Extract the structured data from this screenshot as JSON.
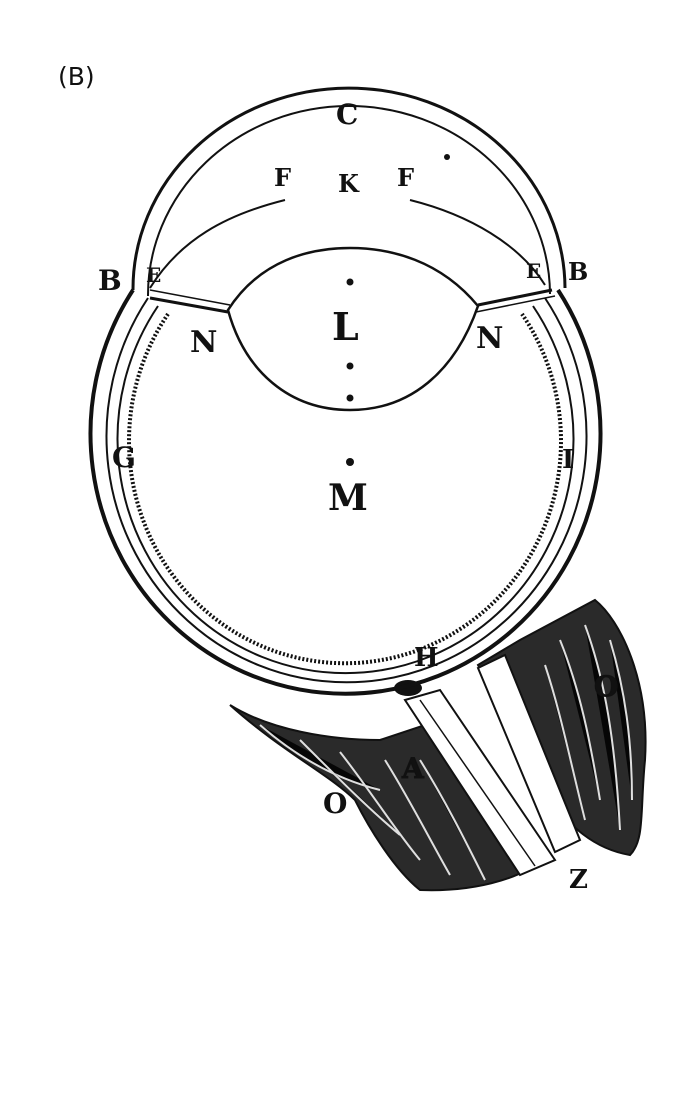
{
  "figure": {
    "panel_label": "(B)",
    "labels": {
      "C": "C",
      "K": "K",
      "F_left": "F",
      "F_right": "F",
      "B_left": "B",
      "E_left": "E",
      "E_right": "E",
      "B_right": "B",
      "N_left": "N",
      "N_right": "N",
      "L": "L",
      "G": "G",
      "I": "I",
      "M": "M",
      "H": "H",
      "A": "A",
      "O_right": "O",
      "O_left": "O",
      "Z": "Z"
    }
  },
  "colors": {
    "ink": "#111111",
    "paper": "#ffffff"
  }
}
